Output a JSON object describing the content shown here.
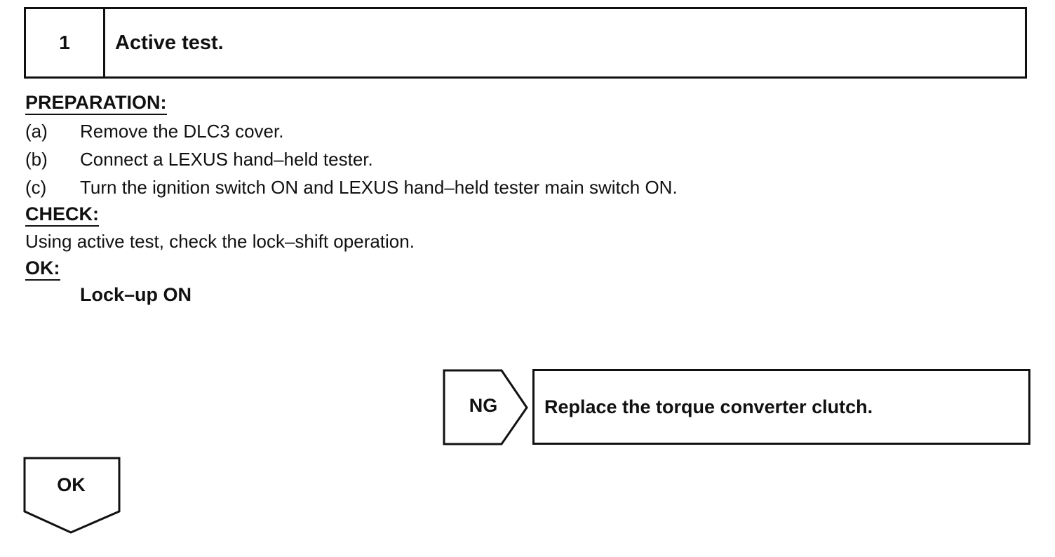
{
  "step": {
    "number": "1",
    "title": "Active test."
  },
  "preparation": {
    "heading": "PREPARATION:",
    "items": [
      {
        "letter": "(a)",
        "text": "Remove the DLC3 cover."
      },
      {
        "letter": "(b)",
        "text": "Connect a LEXUS hand–held tester."
      },
      {
        "letter": "(c)",
        "text": "Turn the ignition switch ON and LEXUS hand–held tester main switch ON."
      }
    ]
  },
  "check": {
    "heading": "CHECK:",
    "text": "Using active test, check the lock–shift operation."
  },
  "ok": {
    "heading": "OK:",
    "value": "Lock–up ON"
  },
  "ng_branch": {
    "label": "NG",
    "action": "Replace the torque converter clutch."
  },
  "ok_branch": {
    "label": "OK"
  }
}
